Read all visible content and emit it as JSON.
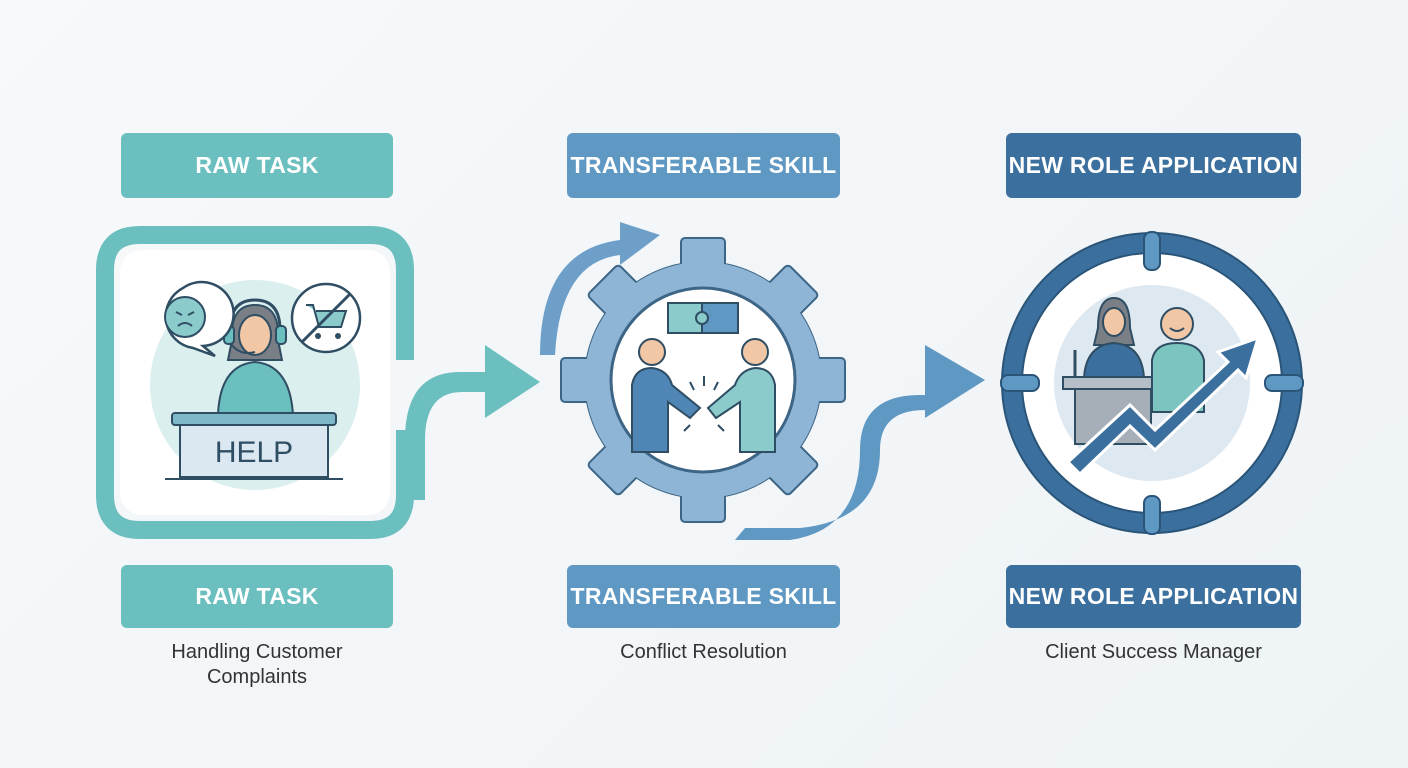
{
  "columns": [
    {
      "top_label": "RAW TASK",
      "bottom_label": "RAW TASK",
      "description": "Handling Customer Complaints",
      "desk_sign": "HELP",
      "color": "#6cbfbf"
    },
    {
      "top_label": "TRANSFERABLE SKILL",
      "bottom_label": "TRANSFERABLE SKILL",
      "description": "Conflict Resolution",
      "color": "#5e98c3"
    },
    {
      "top_label": "NEW ROLE APPLICATION",
      "bottom_label": "NEW ROLE APPLICATION",
      "description": "Client Success Manager",
      "color": "#3b6f9d"
    }
  ],
  "icons": [
    "headset-agent-icon",
    "angry-face-icon",
    "no-cart-icon",
    "gear-icon",
    "puzzle-icon",
    "handshake-icon",
    "target-icon",
    "podium-speaker-icon",
    "growth-arrow-icon",
    "flow-arrow-icon"
  ]
}
